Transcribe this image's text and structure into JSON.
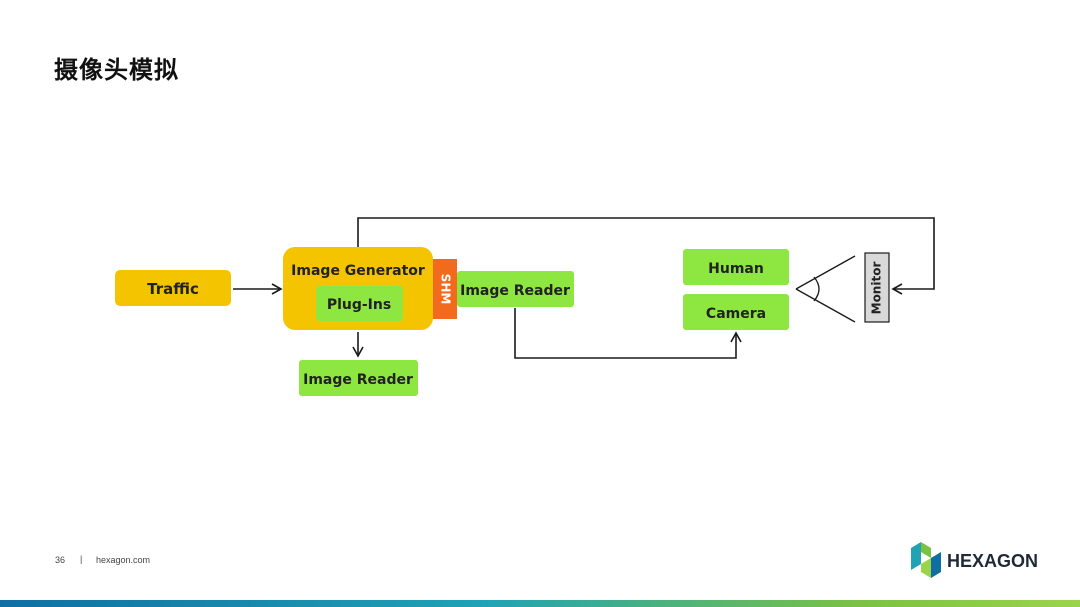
{
  "slide": {
    "title": "摄像头模拟",
    "page_number": "36",
    "separator": "|",
    "website": "hexagon.com",
    "brand": "HEXAGON"
  },
  "diagram": {
    "nodes": {
      "traffic": "Traffic",
      "image_generator": "Image Generator",
      "plug_ins": "Plug-Ins",
      "shm": "SHM",
      "image_reader_right": "Image Reader",
      "image_reader_bottom": "Image Reader",
      "human": "Human",
      "camera": "Camera",
      "monitor": "Monitor"
    },
    "colors": {
      "yellow": "#f5c400",
      "green": "#8ee641",
      "orange": "#f26b1d",
      "monitor_fill": "#d9d9d9",
      "line": "#1a1a1a"
    }
  }
}
